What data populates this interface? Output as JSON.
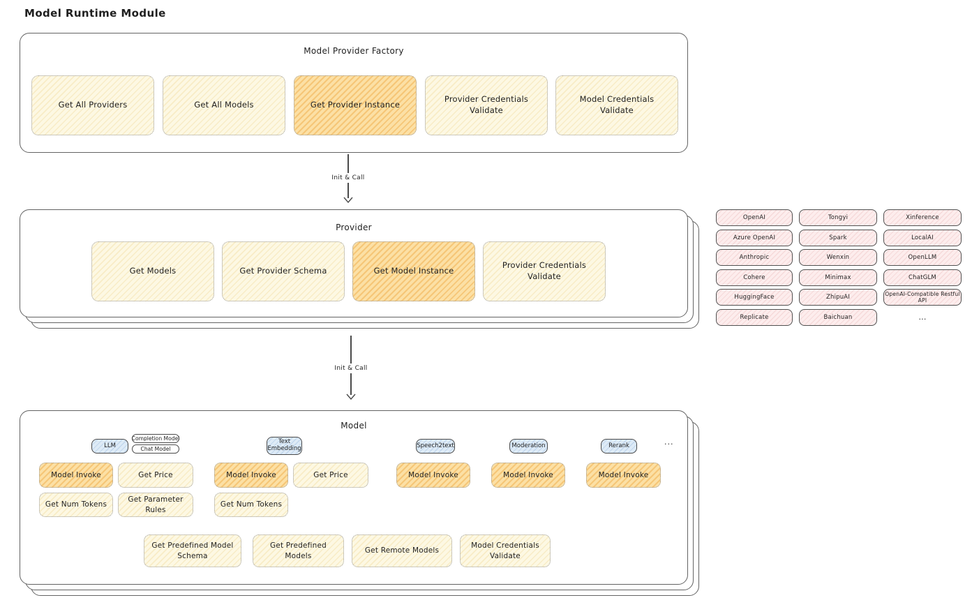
{
  "page_title": "Model Runtime Module",
  "colors": {
    "node_yellow": "#fdf8e3",
    "node_highlight_orange": "#fce0a5",
    "vendor_pink": "#fdeded",
    "tag_blue": "#deebf7",
    "border_gray": "#636363"
  },
  "factory": {
    "title": "Model Provider Factory",
    "items": [
      {
        "label": "Get All Providers",
        "highlighted": false
      },
      {
        "label": "Get All Models",
        "highlighted": false
      },
      {
        "label": "Get Provider Instance",
        "highlighted": true
      },
      {
        "label": "Provider Credentials Validate",
        "highlighted": false
      },
      {
        "label": "Model Credentials Validate",
        "highlighted": false
      }
    ]
  },
  "flow": {
    "arrow1_label": "Init & Call",
    "arrow2_label": "Init & Call"
  },
  "provider": {
    "title": "Provider",
    "items": [
      {
        "label": "Get Models",
        "highlighted": false
      },
      {
        "label": "Get Provider Schema",
        "highlighted": false
      },
      {
        "label": "Get Model Instance",
        "highlighted": true
      },
      {
        "label": "Provider Credentials Validate",
        "highlighted": false
      }
    ]
  },
  "providers_list": {
    "items": [
      "OpenAI",
      "Tongyi",
      "Xinference",
      "Azure OpenAI",
      "Spark",
      "LocalAI",
      "Anthropic",
      "Wenxin",
      "OpenLLM",
      "Cohere",
      "Minimax",
      "ChatGLM",
      "HuggingFace",
      "ZhipuAI",
      "OpenAI-Compatible Restful API",
      "Replicate",
      "Baichuan",
      "..."
    ]
  },
  "model": {
    "title": "Model",
    "tags": {
      "llm": "LLM",
      "completion": "Completion Model",
      "chat": "Chat Model",
      "text_embedding": "Text Embedding",
      "speech2text": "Speech2text",
      "moderation": "Moderation",
      "rerank": "Rerank",
      "more": "..."
    },
    "functions": {
      "llm_invoke": "Model Invoke",
      "llm_get_price": "Get Price",
      "llm_get_num_tokens": "Get Num Tokens",
      "llm_get_parameter_rules": "Get Parameter Rules",
      "te_invoke": "Model Invoke",
      "te_get_price": "Get Price",
      "te_get_num_tokens": "Get Num Tokens",
      "s2t_invoke": "Model Invoke",
      "moderation_invoke": "Model Invoke",
      "rerank_invoke": "Model Invoke"
    },
    "bottom": [
      {
        "label": "Get Predefined Model Schema"
      },
      {
        "label": "Get Predefined Models"
      },
      {
        "label": "Get Remote Models"
      },
      {
        "label": "Model Credentials Validate"
      }
    ]
  }
}
